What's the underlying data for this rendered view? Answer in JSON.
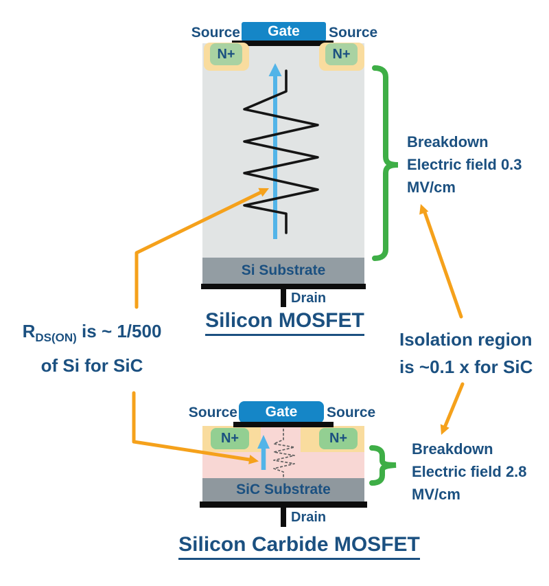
{
  "si_mosfet": {
    "gate_label": "Gate",
    "source_left_label": "Source",
    "source_right_label": "Source",
    "nplus_left_label": "N+",
    "nplus_right_label": "N+",
    "substrate_label": "Si Substrate",
    "drain_label": "Drain",
    "title": "Silicon MOSFET"
  },
  "sic_mosfet": {
    "gate_label": "Gate",
    "source_left_label": "Source",
    "source_right_label": "Source",
    "nplus_left_label": "N+",
    "nplus_right_label": "N+",
    "substrate_label": "SiC Substrate",
    "drain_label": "Drain",
    "title": "Silicon Carbide MOSFET"
  },
  "annotations": {
    "breakdown_si": {
      "line1": "Breakdown",
      "line2": "Electric field 0.3",
      "line3": "MV/cm"
    },
    "breakdown_sic": {
      "line1": "Breakdown",
      "line2": "Electric field 2.8",
      "line3": "MV/cm"
    },
    "rdson": {
      "symbol": "R",
      "subscript": "DS(ON)",
      "rest": " is ~ 1/500",
      "line2": "of Si for SiC"
    },
    "isolation": {
      "line1": "Isolation region",
      "line2": "is ~0.1 x for SiC"
    }
  },
  "colors": {
    "text_navy": "#1b5080",
    "gate_blue": "#1586c7",
    "body_gray": "#e1e4e4",
    "substrate_gray": "#939da3",
    "nplus_tan": "#f9dc9e",
    "nplus_green_si": "#a9d2a2",
    "nplus_green_sic": "#93cf92",
    "drift_pink": "#f8d7d4",
    "arrow_orange": "#f5a11b",
    "brace_green": "#3eae46",
    "current_blue": "#52b4e8",
    "contact_black": "#0d0d0d"
  }
}
